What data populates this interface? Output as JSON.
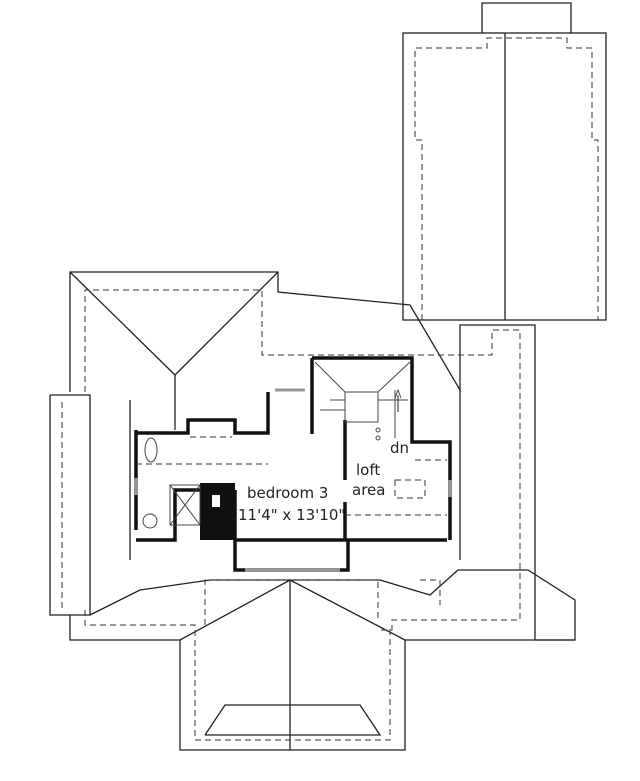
{
  "plan": {
    "rooms": [
      {
        "name": "bedroom 3",
        "dimensions": "11'4\" x 13'10\""
      },
      {
        "name": "loft",
        "name2": "area"
      }
    ],
    "stair_label": "dn"
  }
}
